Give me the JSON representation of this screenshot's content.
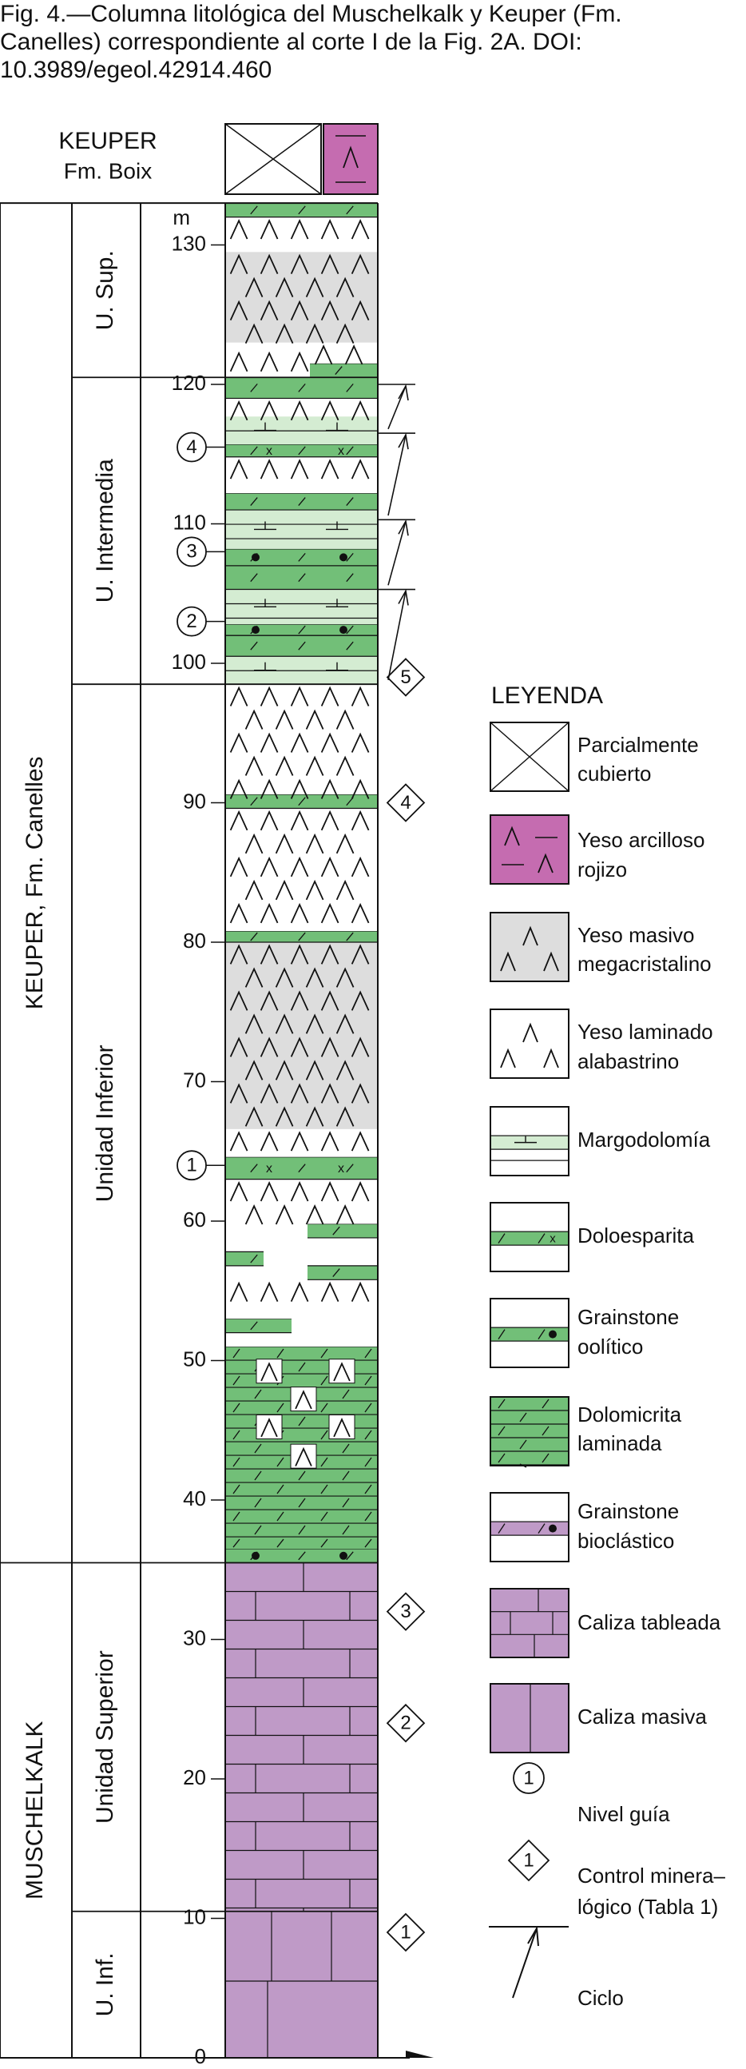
{
  "caption": {
    "line1": "Fig. 4.—Columna litológica del Muschelkalk y Keuper (Fm.",
    "line2": "Canelles) correspondiente al corte I de la Fig. 2A. DOI:",
    "line3": "10.3989/egeol.42914.460"
  },
  "colors": {
    "green": "#72bf78",
    "light_green": "#d4ecd2",
    "gray": "#dddddd",
    "magenta": "#c56cb0",
    "purple": "#bf9ac7"
  },
  "top_unit": {
    "line1": "KEUPER",
    "line2": "Fm. Boix"
  },
  "formations": {
    "keuper": "KEUPER, Fm. Canelles",
    "muschelkalk": "MUSCHELKALK"
  },
  "units": {
    "u_sup": "U. Sup.",
    "u_intermedia": "U. Intermedia",
    "unidad_inferior": "Unidad Inferior",
    "unidad_superior": "Unidad Superior",
    "u_inf": "U. Inf."
  },
  "scale": {
    "unit": "m",
    "ticks": [
      {
        "value": 0,
        "label": "0"
      },
      {
        "value": 10,
        "label": "10"
      },
      {
        "value": 20,
        "label": "20"
      },
      {
        "value": 30,
        "label": "30"
      },
      {
        "value": 40,
        "label": "40"
      },
      {
        "value": 50,
        "label": "50"
      },
      {
        "value": 60,
        "label": "60"
      },
      {
        "value": 70,
        "label": "70"
      },
      {
        "value": 80,
        "label": "80"
      },
      {
        "value": 90,
        "label": "90"
      },
      {
        "value": 100,
        "label": "100"
      },
      {
        "value": 110,
        "label": "110"
      },
      {
        "value": 120,
        "label": "120"
      },
      {
        "value": 130,
        "label": "130"
      }
    ]
  },
  "guide_levels": [
    {
      "label": "1",
      "depth": 64
    },
    {
      "label": "2",
      "depth": 103
    },
    {
      "label": "3",
      "depth": 108
    },
    {
      "label": "4",
      "depth": 115.5
    }
  ],
  "mineralogic_controls": [
    {
      "label": "1",
      "depth": 9
    },
    {
      "label": "2",
      "depth": 24
    },
    {
      "label": "3",
      "depth": 32
    },
    {
      "label": "4",
      "depth": 90
    },
    {
      "label": "5",
      "depth": 99
    }
  ],
  "legend": {
    "title": "LEYENDA",
    "items": [
      {
        "key": "cubierto",
        "line1": "Parcialmente",
        "line2": "cubierto"
      },
      {
        "key": "yeso_arcilloso",
        "line1": "Yeso arcilloso",
        "line2": "rojizo"
      },
      {
        "key": "yeso_masivo",
        "line1": "Yeso masivo",
        "line2": "megacristalino"
      },
      {
        "key": "yeso_laminado",
        "line1": "Yeso laminado",
        "line2": "alabastrino"
      },
      {
        "key": "margodolomia",
        "line1": "Margodolomía",
        "line2": ""
      },
      {
        "key": "doloesparita",
        "line1": "Doloesparita",
        "line2": ""
      },
      {
        "key": "grainstone_oolitico",
        "line1": "Grainstone",
        "line2": "oolítico"
      },
      {
        "key": "dolomicrita",
        "line1": "Dolomicrita",
        "line2": "laminada"
      },
      {
        "key": "grainstone_bioclastico",
        "line1": "Grainstone",
        "line2": "bioclástico"
      },
      {
        "key": "caliza_tableada",
        "line1": "Caliza tableada",
        "line2": ""
      },
      {
        "key": "caliza_masiva",
        "line1": "Caliza masiva",
        "line2": ""
      },
      {
        "key": "nivel_guia",
        "line1": "Nivel guía",
        "line2": ""
      },
      {
        "key": "control",
        "line1": "Control minera–",
        "line2": "lógico (Tabla 1)"
      },
      {
        "key": "ciclo",
        "line1": "Ciclo",
        "line2": ""
      }
    ]
  }
}
